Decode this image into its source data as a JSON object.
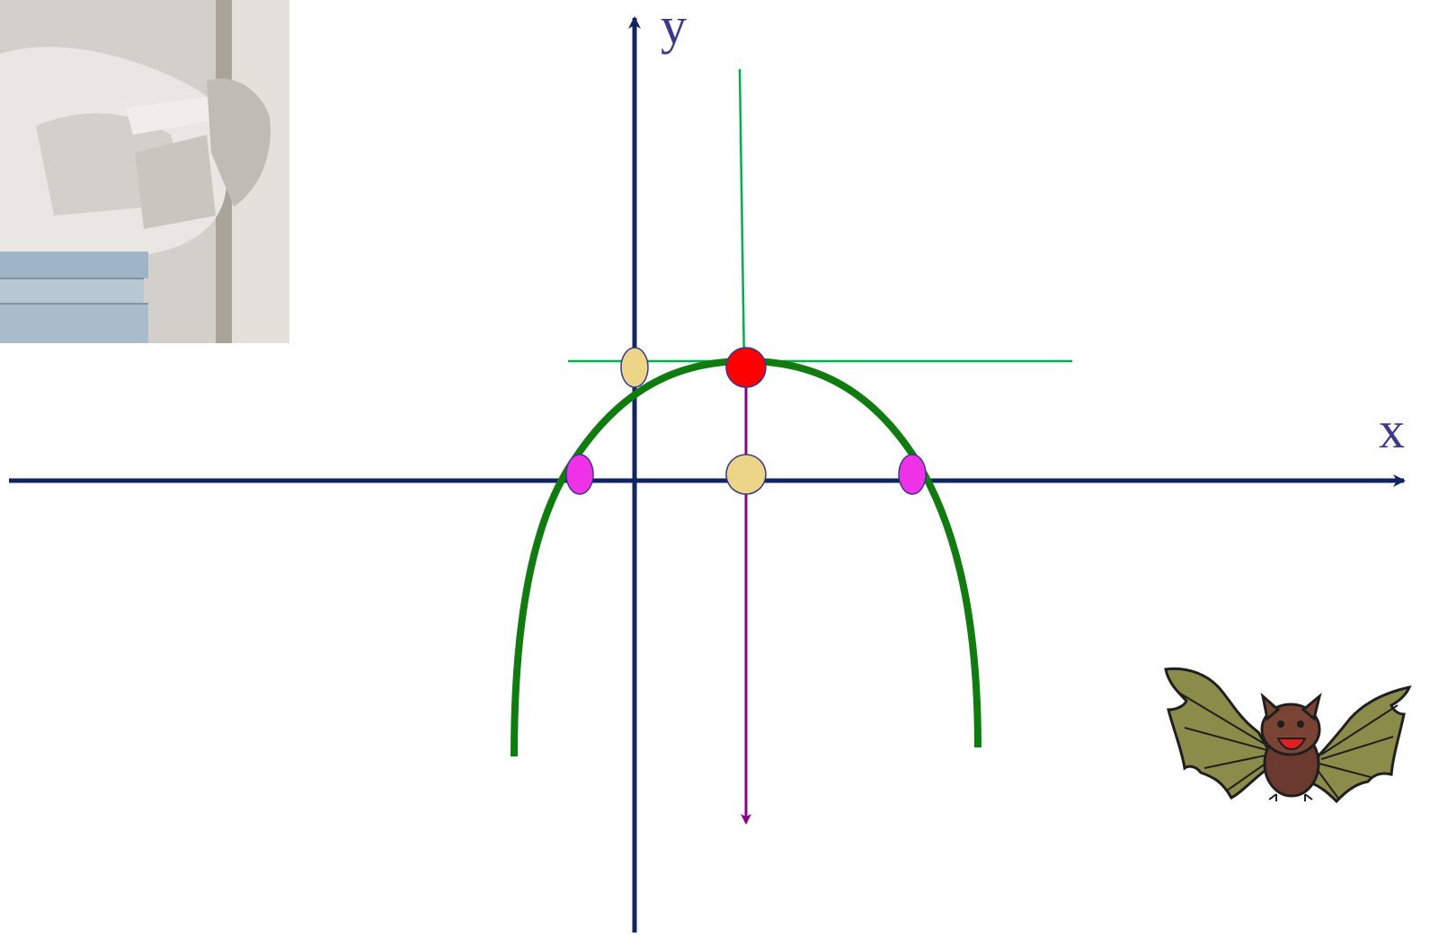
{
  "axes": {
    "x_label": "x",
    "y_label": "y",
    "color": "#0F2460"
  },
  "parabola": {
    "color": "#107C10",
    "vertex_color": "#FF0000",
    "root_color": "#F032E6",
    "intercept_color": "#EDD588",
    "symmetry_axis_color": "#8B008B",
    "guide_line_color": "#00B050"
  },
  "images": {
    "top_left": "statue-photo",
    "bottom_right": "bat-cartoon"
  }
}
